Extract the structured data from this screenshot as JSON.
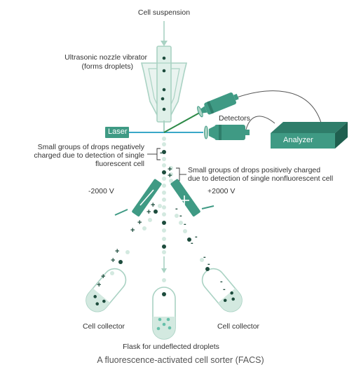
{
  "diagram": {
    "labels": {
      "cell_suspension": "Cell suspension",
      "nozzle_line1": "Ultrasonic nozzle vibrator",
      "nozzle_line2": "(forms droplets)",
      "detectors": "Detectors",
      "laser": "Laser",
      "analyzer": "Analyzer",
      "neg_charged_line1": "Small groups of drops negatively",
      "neg_charged_line2": "charged due to detection of single",
      "neg_charged_line3": "fluorescent cell",
      "pos_charged_line1": "Small groups of drops positively charged",
      "pos_charged_line2": "due to detection of single nonfluorescent cell",
      "minus_voltage": "-2000 V",
      "plus_voltage": "+2000 V",
      "cell_collector_left": "Cell collector",
      "cell_collector_right": "Cell collector",
      "flask": "Flask for undeflected droplets"
    },
    "caption": "A fluorescence-activated cell sorter (FACS)"
  },
  "colors": {
    "teal": "#3f9a84",
    "teal_light": "#a9d2c3",
    "teal_pale": "#d3e9e0",
    "dark_green": "#1d4c3d",
    "laser_blue": "#3aa8c8",
    "detector_green": "#2e8a48"
  }
}
